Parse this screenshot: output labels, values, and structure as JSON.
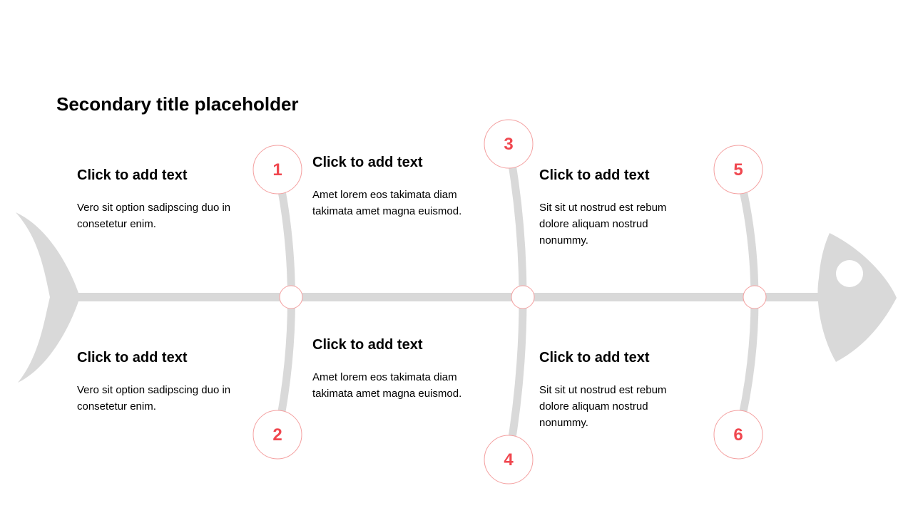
{
  "title": "Secondary title placeholder",
  "colors": {
    "bone": "#d9d9d9",
    "accent": "#f0474f",
    "ring": "#f4a0a0"
  },
  "items": [
    {
      "number": "1",
      "heading": "Click to add text",
      "body": "Vero sit option sadipscing duo in consetetur enim."
    },
    {
      "number": "2",
      "heading": "Click to add text",
      "body": "Vero sit option sadipscing duo in consetetur enim."
    },
    {
      "number": "3",
      "heading": "Click to add text",
      "body": "Amet lorem eos takimata diam takimata amet magna euismod."
    },
    {
      "number": "4",
      "heading": "Click to add text",
      "body": "Amet lorem eos takimata diam takimata amet magna euismod."
    },
    {
      "number": "5",
      "heading": "Click to add text",
      "body": "Sit sit ut nostrud est rebum dolore aliquam nostrud nonummy."
    },
    {
      "number": "6",
      "heading": "Click to add text",
      "body": "Sit sit ut nostrud est rebum dolore aliquam nostrud nonummy."
    }
  ]
}
